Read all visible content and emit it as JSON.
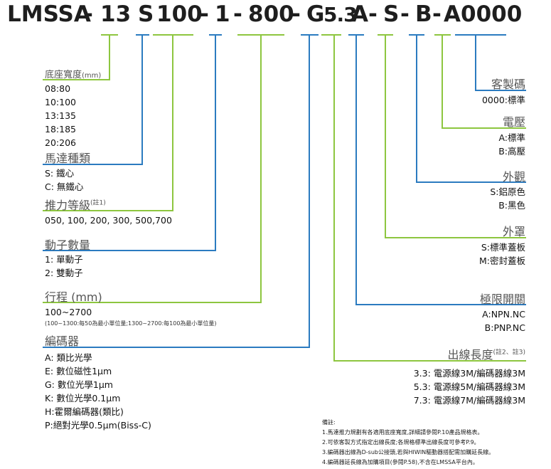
{
  "code": [
    "LMSSA",
    "-",
    "13",
    "S",
    "100",
    "-",
    "1",
    "-",
    "800",
    "-",
    "G",
    "5.3",
    "A",
    "-",
    "S",
    "-",
    "B",
    "-",
    "A",
    "0000"
  ],
  "left": {
    "base_width": {
      "title": "底座寬度",
      "unit": "(mm)",
      "options": [
        "08:80",
        "10:100",
        "13:135",
        "18:185",
        "20:206"
      ]
    },
    "motor_type": {
      "title": "馬達種類",
      "options": [
        "S: 鐵心",
        "C: 無鐵心"
      ]
    },
    "thrust": {
      "title": "推力等級",
      "note_mark": "(註1)",
      "options": [
        "050, 100, 200, 300, 500,700"
      ]
    },
    "mover_qty": {
      "title": "動子數量",
      "options": [
        "1: 單動子",
        "2: 雙動子"
      ]
    },
    "stroke": {
      "title": "行程 (mm)",
      "value": "100~2700",
      "detail": "(100~1300:每50為最小單位量;1300~2700:每100為最小單位量)"
    },
    "encoder": {
      "title": "編碼器",
      "options": [
        "A: 類比光學",
        "E: 數位磁性1μm",
        "G: 數位光學1μm",
        "K: 數位光學0.1μm",
        "H:霍爾編碼器(類比)",
        "P:絕對光學0.5μm(Biss-C)"
      ]
    }
  },
  "right": {
    "custom": {
      "title": "客製碼",
      "options": [
        "0000:標準"
      ]
    },
    "voltage": {
      "title": "電壓",
      "options": [
        "A:標準",
        "B:高壓"
      ]
    },
    "appearance": {
      "title": "外觀",
      "options": [
        "S:鋁原色",
        "B:黑色"
      ]
    },
    "cover": {
      "title": "外罩",
      "options": [
        "S:標準蓋板",
        "M:密封蓋板"
      ]
    },
    "limit_switch": {
      "title": "極限開關",
      "options": [
        "A:NPN.NC",
        "B:PNP.NC"
      ]
    },
    "cable_length": {
      "title": "出線長度",
      "note_mark": "(註2、註3)",
      "options": [
        "3.3: 電源線3M/編碼器線3M",
        "5.3: 電源線5M/編碼器線3M",
        "7.3: 電源線7M/編碼器線3M"
      ]
    }
  },
  "notes": {
    "title": "備註:",
    "items": [
      "1.馬達推力規劃有各適用底座寬度,詳細請參閱P.10產品規格表。",
      "2.可依客製方式指定出線長度;各規格標準出線長度可參考P.9。",
      "3.編碼器出線為D-sub公接頭,若與HIWIN驅動器搭配需加購延長線。",
      "4.編碼器延長線為加購項目(參閱P.58),不含在LMSSA平台內。"
    ]
  },
  "colors": {
    "green": "#8dc63f",
    "blue": "#2b7bc0"
  }
}
